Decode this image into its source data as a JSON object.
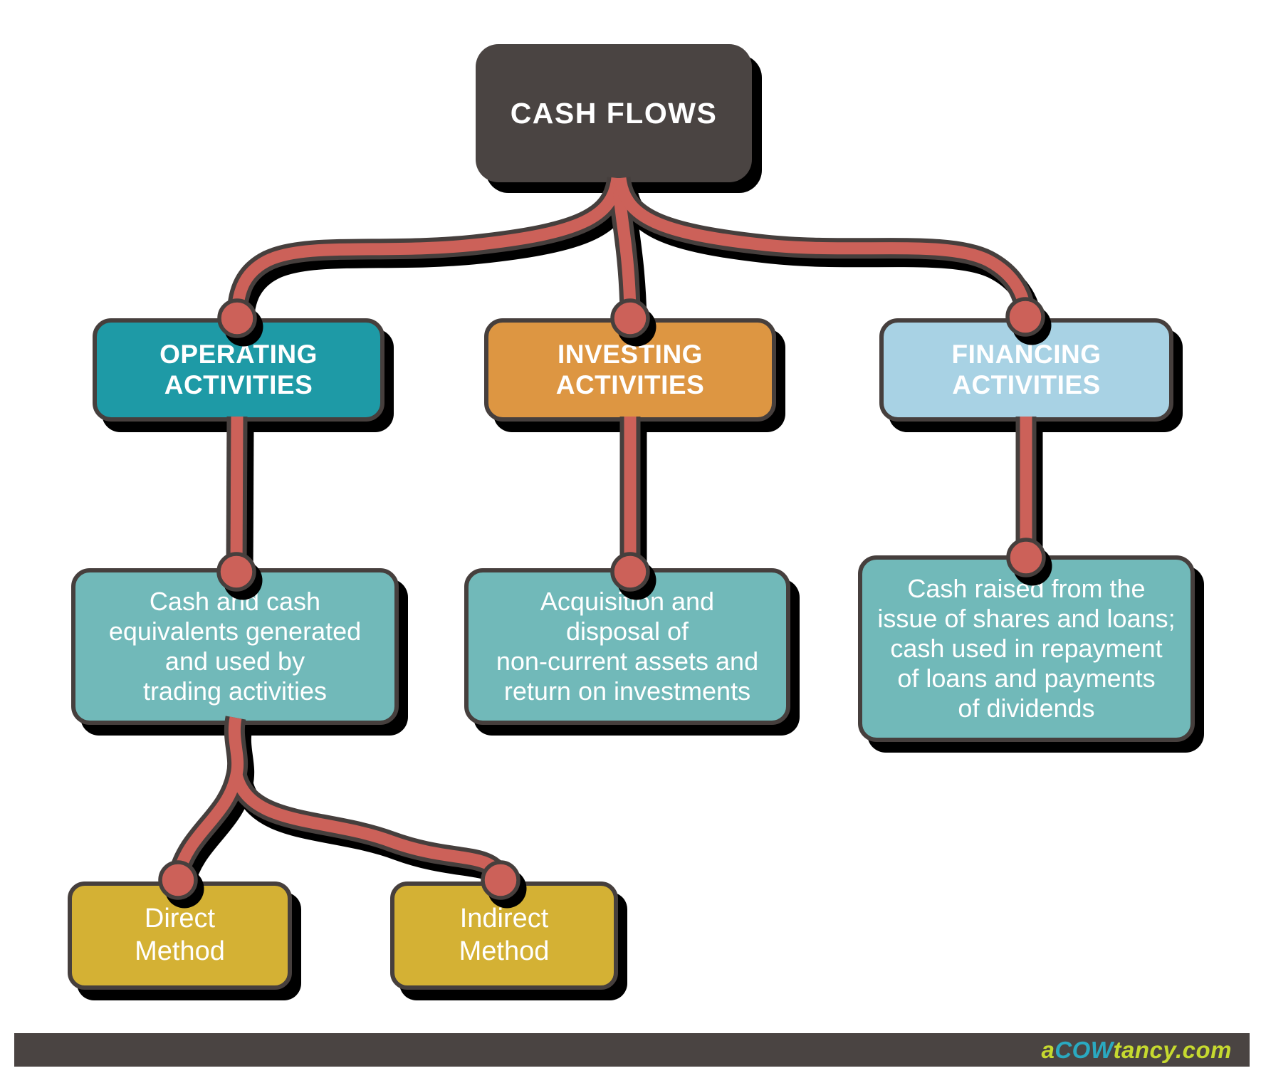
{
  "diagram": {
    "title_node": {
      "label": "CASH FLOWS"
    },
    "level2": {
      "operating": {
        "label": "OPERATING\nACTIVITIES"
      },
      "investing": {
        "label": "INVESTING\nACTIVITIES"
      },
      "financing": {
        "label": "FINANCING\nACTIVITIES"
      }
    },
    "descriptions": {
      "operating_desc": {
        "text": "Cash and cash\nequivalents generated\nand used by\ntrading activities"
      },
      "investing_desc": {
        "text": "Acquisition and\ndisposal of\nnon-current assets and\nreturn on investments"
      },
      "financing_desc": {
        "text": "Cash raised from the\nissue of shares and loans;\ncash used in repayment\nof loans and payments\nof dividends"
      }
    },
    "methods": {
      "direct": {
        "label": "Direct\nMethod"
      },
      "indirect": {
        "label": "Indirect\nMethod"
      }
    },
    "colors": {
      "root_dark": "#4a4442",
      "operating_teal": "#1e9aa6",
      "investing_orange": "#dd9642",
      "financing_lightblue": "#a8d2e4",
      "description_teal": "#71b9b9",
      "method_yellow": "#d4b134",
      "connector_salmon": "#cc6159",
      "outline_dark": "#463f3d",
      "shadow": "#000000",
      "text": "#ffffff"
    }
  },
  "footer": {
    "brand_prefix": "a",
    "brand_mid": "COW",
    "brand_suffix": "tancy.com",
    "brand_green": "#c6d92f",
    "brand_teal": "#2aa9c0"
  }
}
